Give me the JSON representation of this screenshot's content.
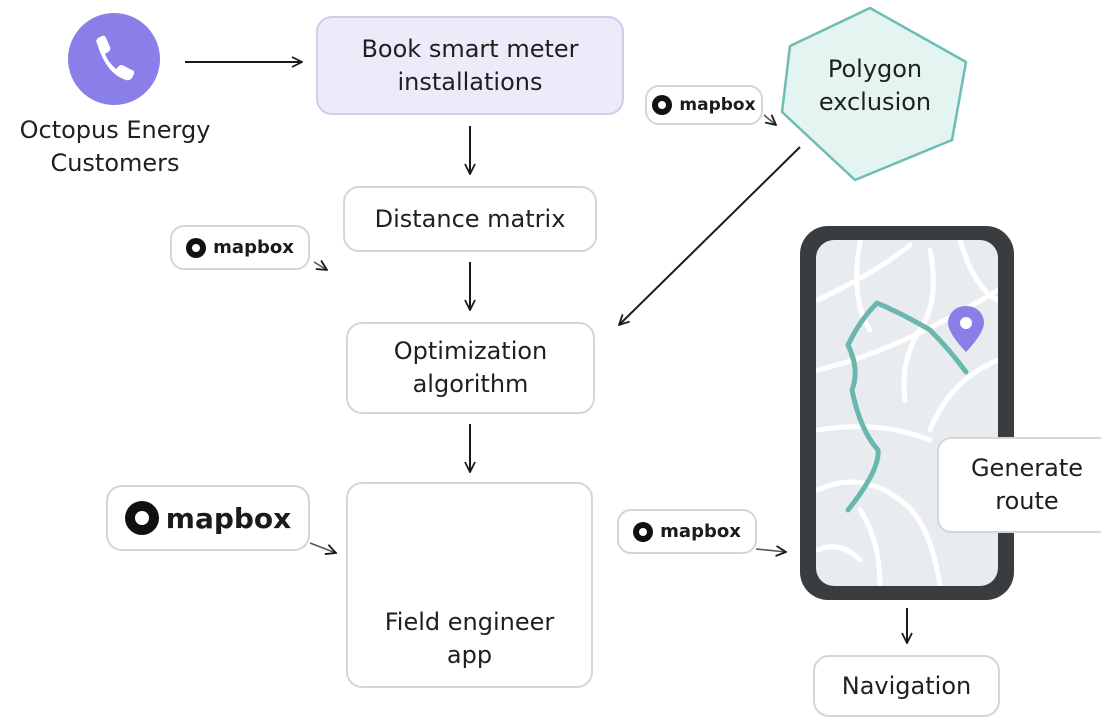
{
  "customers": {
    "label_line1": "Octopus Energy",
    "label_line2": "Customers",
    "icon": "phone-icon"
  },
  "steps": {
    "book": {
      "line1": "Book smart meter",
      "line2": "installations"
    },
    "distance": {
      "label": "Distance matrix"
    },
    "optimization": {
      "line1": "Optimization",
      "line2": "algorithm"
    },
    "field_app": {
      "line1": "Field engineer",
      "line2": "app"
    },
    "polygon": {
      "line1": "Polygon",
      "line2": "exclusion"
    },
    "generate": {
      "line1": "Generate",
      "line2": "route"
    },
    "navigation": {
      "label": "Navigation"
    }
  },
  "badges": {
    "top": "mapbox",
    "distance": "mapbox",
    "field_app": "mapbox",
    "route": "mapbox"
  },
  "colors": {
    "purple": "#8a7fe8",
    "teal": "#6dbdb3",
    "route": "#6ab7ad",
    "blob_light": "#bcd3f4",
    "blob_dark": "#7fb0f2"
  }
}
